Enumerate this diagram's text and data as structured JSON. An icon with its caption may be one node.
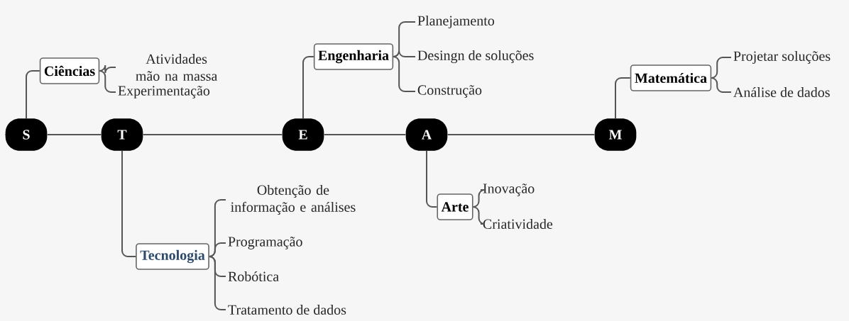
{
  "diagram": {
    "nodes": [
      {
        "text": [
          "S"
        ]
      },
      {
        "text": [
          "Ciências"
        ]
      },
      {
        "text": [
          "Atividades mão na massa"
        ]
      },
      {
        "text": [
          "Experimentação"
        ]
      },
      {
        "text": [
          "T"
        ]
      },
      {
        "text": [
          "Tecnologia"
        ]
      },
      {
        "text": [
          "Obtenção de informação e análises"
        ]
      },
      {
        "text": [
          "Programação"
        ]
      },
      {
        "text": [
          "Robótica"
        ]
      },
      {
        "text": [
          "Tratamento de dados"
        ]
      },
      {
        "text": [
          "E"
        ]
      },
      {
        "text": [
          "Engenharia"
        ]
      },
      {
        "text": [
          "Planejamento"
        ]
      },
      {
        "text": [
          "Desingn de soluções"
        ]
      },
      {
        "text": [
          "Construção"
        ]
      },
      {
        "text": [
          "A"
        ]
      },
      {
        "text": [
          "Arte"
        ]
      },
      {
        "text": [
          "Inovação"
        ]
      },
      {
        "text": [
          "Criatividade"
        ]
      },
      {
        "text": [
          "M"
        ]
      },
      {
        "text": [
          "Matemática"
        ]
      },
      {
        "text": [
          "Projetar soluções"
        ]
      },
      {
        "text": [
          "Análise de dados"
        ]
      }
    ],
    "edges": [
      {
        "from": 0,
        "to": 4,
        "arrow": "none"
      },
      {
        "from": 4,
        "to": 10,
        "arrow": "none"
      },
      {
        "from": 10,
        "to": 15,
        "arrow": "none"
      },
      {
        "from": 15,
        "to": 19,
        "arrow": "none"
      },
      {
        "from": 0,
        "to": 1,
        "arrow": "none"
      },
      {
        "from": 1,
        "to": 2,
        "arrow": "none"
      },
      {
        "from": 1,
        "to": 3,
        "arrow": "none"
      },
      {
        "from": 4,
        "to": 5,
        "arrow": "none"
      },
      {
        "from": 5,
        "to": 6,
        "arrow": "none"
      },
      {
        "from": 5,
        "to": 7,
        "arrow": "none"
      },
      {
        "from": 5,
        "to": 8,
        "arrow": "none"
      },
      {
        "from": 5,
        "to": 9,
        "arrow": "none"
      },
      {
        "from": 10,
        "to": 11,
        "arrow": "none"
      },
      {
        "from": 11,
        "to": 12,
        "arrow": "none"
      },
      {
        "from": 11,
        "to": 13,
        "arrow": "none"
      },
      {
        "from": 11,
        "to": 14,
        "arrow": "none"
      },
      {
        "from": 15,
        "to": 16,
        "arrow": "none"
      },
      {
        "from": 16,
        "to": 17,
        "arrow": "none"
      },
      {
        "from": 16,
        "to": 18,
        "arrow": "none"
      },
      {
        "from": 19,
        "to": 20,
        "arrow": "none"
      },
      {
        "from": 20,
        "to": 21,
        "arrow": "none"
      },
      {
        "from": 20,
        "to": 22,
        "arrow": "none"
      }
    ]
  }
}
